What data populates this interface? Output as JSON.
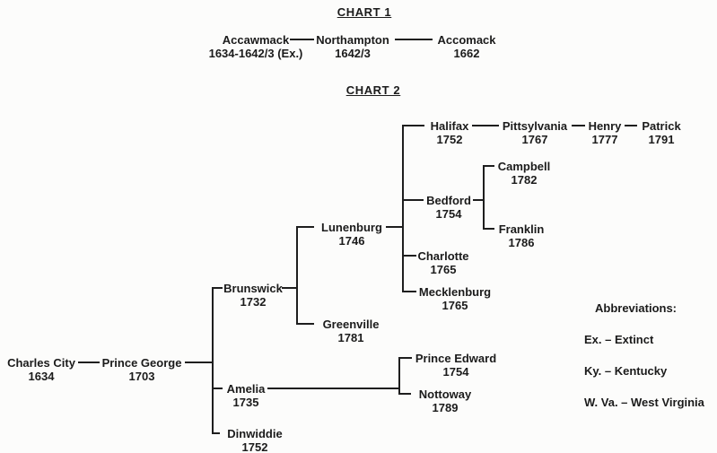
{
  "chart1": {
    "title": "CHART 1",
    "nodes": [
      {
        "name": "Accawmack",
        "year": "1634-1642/3 (Ex.)"
      },
      {
        "name": "Northampton",
        "year": "1642/3"
      },
      {
        "name": "Accomack",
        "year": "1662"
      }
    ],
    "sequence": [
      "Accawmack",
      "Northampton",
      "Accomack"
    ]
  },
  "chart2": {
    "title": "CHART 2",
    "nodes": {
      "charles_city": {
        "name": "Charles City",
        "year": "1634"
      },
      "prince_george": {
        "name": "Prince George",
        "year": "1703"
      },
      "brunswick": {
        "name": "Brunswick",
        "year": "1732"
      },
      "lunenburg": {
        "name": "Lunenburg",
        "year": "1746"
      },
      "greenville": {
        "name": "Greenville",
        "year": "1781"
      },
      "halifax": {
        "name": "Halifax",
        "year": "1752"
      },
      "pittsylvania": {
        "name": "Pittsylvania",
        "year": "1767"
      },
      "henry": {
        "name": "Henry",
        "year": "1777"
      },
      "patrick": {
        "name": "Patrick",
        "year": "1791"
      },
      "bedford": {
        "name": "Bedford",
        "year": "1754"
      },
      "campbell": {
        "name": "Campbell",
        "year": "1782"
      },
      "franklin": {
        "name": "Franklin",
        "year": "1786"
      },
      "charlotte": {
        "name": "Charlotte",
        "year": "1765"
      },
      "mecklenburg": {
        "name": "Mecklenburg",
        "year": "1765"
      },
      "amelia": {
        "name": "Amelia",
        "year": "1735"
      },
      "prince_edward": {
        "name": "Prince Edward",
        "year": "1754"
      },
      "nottoway": {
        "name": "Nottoway",
        "year": "1789"
      },
      "dinwiddie": {
        "name": "Dinwiddie",
        "year": "1752"
      }
    },
    "edges": [
      [
        "charles_city",
        "prince_george"
      ],
      [
        "prince_george",
        "brunswick"
      ],
      [
        "prince_george",
        "amelia"
      ],
      [
        "prince_george",
        "dinwiddie"
      ],
      [
        "brunswick",
        "lunenburg"
      ],
      [
        "brunswick",
        "greenville"
      ],
      [
        "lunenburg",
        "halifax"
      ],
      [
        "lunenburg",
        "bedford"
      ],
      [
        "lunenburg",
        "charlotte"
      ],
      [
        "lunenburg",
        "mecklenburg"
      ],
      [
        "halifax",
        "pittsylvania"
      ],
      [
        "pittsylvania",
        "henry"
      ],
      [
        "henry",
        "patrick"
      ],
      [
        "bedford",
        "campbell"
      ],
      [
        "bedford",
        "franklin"
      ],
      [
        "amelia",
        "prince_edward"
      ],
      [
        "amelia",
        "nottoway"
      ]
    ]
  },
  "legend": {
    "title": "Abbreviations:",
    "items": [
      "Ex. – Extinct",
      "Ky. – Kentucky",
      "W. Va. – West Virginia"
    ]
  }
}
